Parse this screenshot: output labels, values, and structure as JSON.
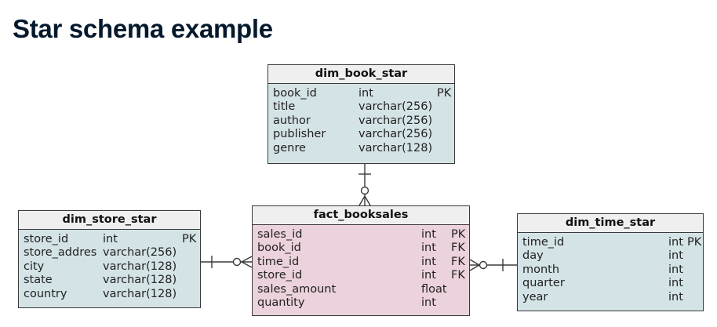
{
  "title": "Star schema example",
  "tables": {
    "book": {
      "name": "dim_book_star",
      "rows": [
        {
          "col": "book_id",
          "type": "int",
          "key": "PK"
        },
        {
          "col": "title",
          "type": "varchar(256)",
          "key": ""
        },
        {
          "col": "author",
          "type": "varchar(256)",
          "key": ""
        },
        {
          "col": "publisher",
          "type": "varchar(256)",
          "key": ""
        },
        {
          "col": "genre",
          "type": "varchar(128)",
          "key": ""
        }
      ]
    },
    "store": {
      "name": "dim_store_star",
      "rows": [
        {
          "col": "store_id",
          "type": "int",
          "key": "PK"
        },
        {
          "col": "store_addres",
          "type": "varchar(256)",
          "key": ""
        },
        {
          "col": "city",
          "type": "varchar(128)",
          "key": ""
        },
        {
          "col": "state",
          "type": "varchar(128)",
          "key": ""
        },
        {
          "col": "country",
          "type": "varchar(128)",
          "key": ""
        }
      ]
    },
    "fact": {
      "name": "fact_booksales",
      "rows": [
        {
          "col": "sales_id",
          "type": "int",
          "key": "PK"
        },
        {
          "col": "book_id",
          "type": "int",
          "key": "FK"
        },
        {
          "col": "time_id",
          "type": "int",
          "key": "FK"
        },
        {
          "col": "store_id",
          "type": "int",
          "key": "FK"
        },
        {
          "col": "sales_amount",
          "type": "float",
          "key": ""
        },
        {
          "col": "quantity",
          "type": "int",
          "key": ""
        }
      ]
    },
    "time": {
      "name": "dim_time_star",
      "rows": [
        {
          "col": "time_id",
          "type": "int",
          "key": "PK"
        },
        {
          "col": "day",
          "type": "int",
          "key": ""
        },
        {
          "col": "month",
          "type": "int",
          "key": ""
        },
        {
          "col": "quarter",
          "type": "int",
          "key": ""
        },
        {
          "col": "year",
          "type": "int",
          "key": ""
        }
      ]
    }
  },
  "colors": {
    "dimension_fill": "#d4e3e6",
    "fact_fill": "#ecd2dc",
    "header_fill": "#efefef",
    "line": "#3a3a3a"
  }
}
